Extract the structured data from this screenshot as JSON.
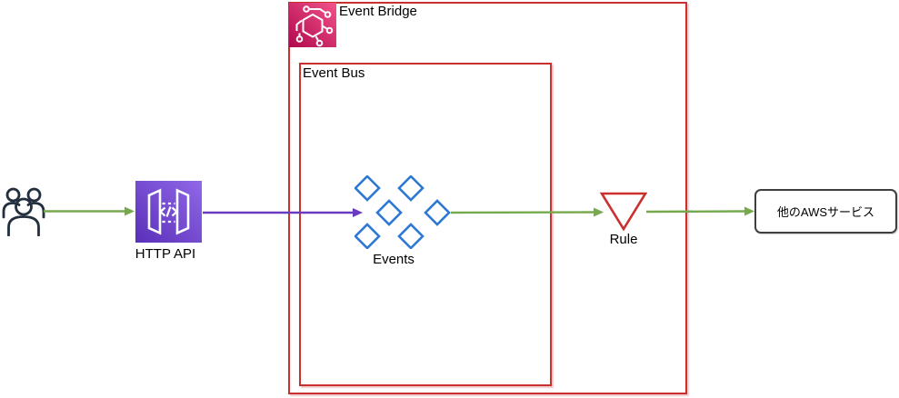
{
  "diagram": {
    "nodes": {
      "users": {
        "label": ""
      },
      "http_api": {
        "label": "HTTP API"
      },
      "event_bridge": {
        "label": "Event Bridge"
      },
      "event_bus": {
        "label": "Event Bus"
      },
      "events": {
        "label": "Events"
      },
      "rule": {
        "label": "Rule"
      },
      "other_aws_services": {
        "label": "他のAWSサービス"
      }
    },
    "icons": {
      "users": "users-icon",
      "http_api": "api-gateway-icon",
      "event_bridge": "eventbridge-icon",
      "events": "event-diamonds-icon",
      "rule": "rule-triangle-icon"
    },
    "colors": {
      "container_border_red": "#C9302E",
      "rule_red": "#C9302E",
      "diamond_blue": "#2D78D5",
      "arrow_green": "#76A94D",
      "arrow_purple": "#6A3BC0",
      "users_dark": "#232F3E",
      "other_box_border": "#3F3F3F",
      "icon_glyph_white": "#FFFFFF",
      "label_text": "#000000",
      "api_gradient": [
        "#5A2FB8",
        "#9168E8"
      ],
      "eventbridge_gradient": [
        "#B0084D",
        "#F2548B"
      ]
    },
    "flows": [
      {
        "from": "users",
        "to": "http_api",
        "color_key": "arrow_green"
      },
      {
        "from": "http_api",
        "to": "events",
        "color_key": "arrow_purple"
      },
      {
        "from": "events",
        "to": "rule",
        "color_key": "arrow_green"
      },
      {
        "from": "rule",
        "to": "other_aws_services",
        "color_key": "arrow_green"
      }
    ]
  }
}
